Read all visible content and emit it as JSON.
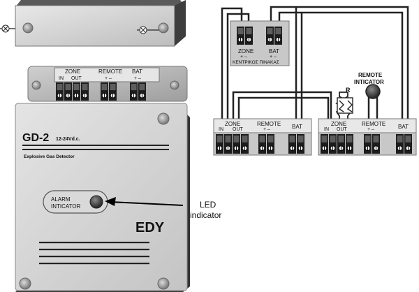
{
  "device": {
    "model": "GD-2",
    "voltage": "12-24Vd.c.",
    "subtitle": "Explosive Gas Detector",
    "alarm_line1": "ALARM",
    "alarm_line2": "INTICATOR",
    "brand": "EDY"
  },
  "device_terminals": {
    "zone": "ZONE",
    "zone_in": "IN",
    "zone_out": "OUT",
    "remote": "REMOTE",
    "remote_pol": "+ –",
    "bat": "BAT",
    "bat_pol": "+ –"
  },
  "callout": {
    "line1": "LED",
    "line2": "indicator"
  },
  "panel": {
    "zone": "ZONE",
    "zone_pol": "+ –",
    "bat": "BAT",
    "bat_pol": "+ –",
    "caption": "ΚΕΝΤΡΙΚΟΣ ΠΙΝΑΚΑΣ"
  },
  "left_block": {
    "zone": "ZONE",
    "zone_in": "IN",
    "zone_out": "OUT",
    "remote": "REMOTE",
    "remote_pol": "+ –",
    "bat": "BAT"
  },
  "right_block": {
    "zone": "ZONE",
    "zone_in": "IN",
    "zone_out": "OUT",
    "remote": "REMOTE",
    "remote_pol": "+ –",
    "bat": "BAT"
  },
  "resistor": {
    "label": "R"
  },
  "remote_indicator": {
    "line1": "REMOTE",
    "line2": "INTICATOR"
  }
}
